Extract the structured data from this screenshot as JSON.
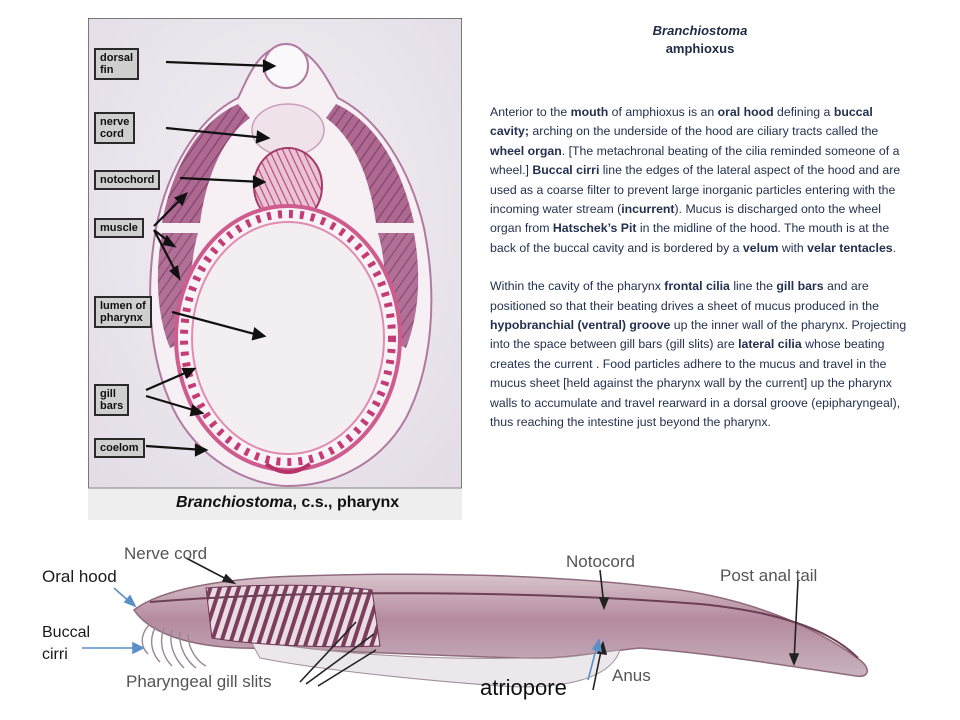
{
  "title": {
    "species": "Branchiostoma",
    "common_name": "amphioxus"
  },
  "cross_section": {
    "labels": [
      {
        "text": "dorsal\nfin"
      },
      {
        "text": "nerve\ncord"
      },
      {
        "text": "notochord"
      },
      {
        "text": "muscle"
      },
      {
        "text": "lumen of\npharynx"
      },
      {
        "text": "gill\nbars"
      },
      {
        "text": "coelom"
      }
    ],
    "caption_italic": "Branchiostoma",
    "caption_rest": ", c.s., pharynx"
  },
  "body": {
    "p1": [
      {
        "t": "Anterior to the "
      },
      {
        "t": "mouth",
        "b": true
      },
      {
        "t": " of amphioxus is an "
      },
      {
        "t": "oral hood",
        "b": true
      },
      {
        "t": " defining a "
      },
      {
        "t": "buccal cavity;",
        "b": true
      },
      {
        "t": " arching on the underside of the hood are ciliary tracts called the "
      },
      {
        "t": "wheel organ",
        "b": true
      },
      {
        "t": ". [The metachronal beating of the cilia reminded someone of a wheel.] "
      },
      {
        "t": "Buccal cirri",
        "b": true
      },
      {
        "t": " line the edges of the lateral aspect of the hood and are used as a coarse filter to prevent large inorganic particles entering with the incoming water stream ("
      },
      {
        "t": "incurrent",
        "b": true
      },
      {
        "t": "). Mucus is discharged onto the wheel organ from "
      },
      {
        "t": "Hatschek’s Pit",
        "b": true
      },
      {
        "t": " in the midline of the hood. The mouth is at the back of the buccal cavity and is bordered by a "
      },
      {
        "t": "velum",
        "b": true
      },
      {
        "t": " with "
      },
      {
        "t": "velar tentacles",
        "b": true
      },
      {
        "t": "."
      }
    ],
    "p2": [
      {
        "t": "Within the cavity of the pharynx "
      },
      {
        "t": "frontal cilia",
        "b": true
      },
      {
        "t": " line the "
      },
      {
        "t": "gill bars",
        "b": true
      },
      {
        "t": " and are positioned so that their beating drives a sheet of mucus produced in the "
      },
      {
        "t": "hypobranchial (ventral) groove",
        "b": true
      },
      {
        "t": " up the inner wall of the pharynx. Projecting into the space between gill bars (gill slits) are "
      },
      {
        "t": "lateral cilia",
        "b": true
      },
      {
        "t": " whose beating creates the current . Food particles adhere to the mucus and travel in the mucus sheet [held against the pharynx wall by the current] up the pharynx walls to accumulate and travel rearward in a dorsal groove (epipharyngeal), thus reaching the intestine just beyond the pharynx."
      }
    ]
  },
  "lateral": {
    "nerve_cord": "Nerve cord",
    "notocord": "Notocord",
    "post_anal_tail": "Post anal tail",
    "gill_slits": "Pharyngeal gill slits",
    "anus": "Anus",
    "oral_hood": "Oral hood",
    "buccal_cirri": "Buccal\ncirri",
    "atriopore": "atriopore"
  }
}
